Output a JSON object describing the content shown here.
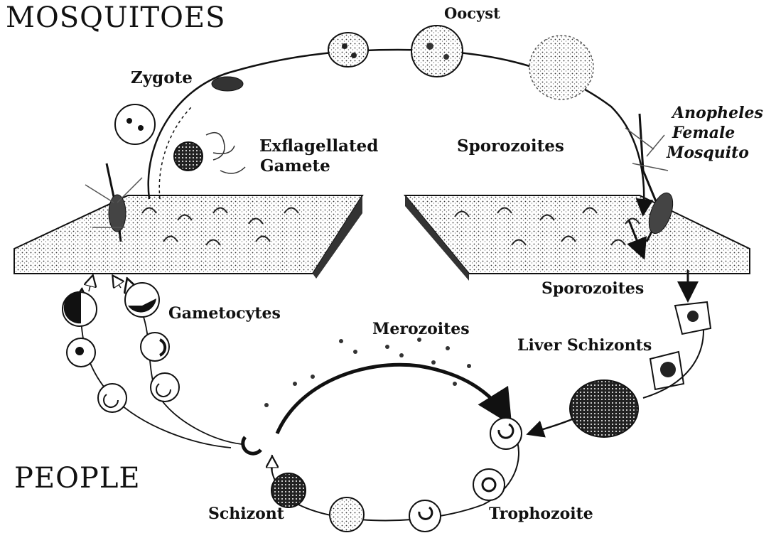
{
  "labels": {
    "mosquitoes": "MOSQUITOES",
    "people": "PEOPLE",
    "oocyst": "Oocyst",
    "zygote": "Zygote",
    "exflagellated_line1": "Exflagellated",
    "exflagellated_line2": "Gamete",
    "sporozoites_top": "Sporozoites",
    "anopheles_line1": "Anopheles",
    "anopheles_line2": "Female",
    "anopheles_line3": "Mosquito",
    "sporozoites_bottom": "Sporozoites",
    "gametocytes": "Gametocytes",
    "merozoites": "Merozoites",
    "liver_schizonts": "Liver Schizonts",
    "schizont": "Schizont",
    "trophozoite": "Trophozoite"
  },
  "colors": {
    "ink": "#111111",
    "paper": "#ffffff",
    "shade": "#777777"
  }
}
